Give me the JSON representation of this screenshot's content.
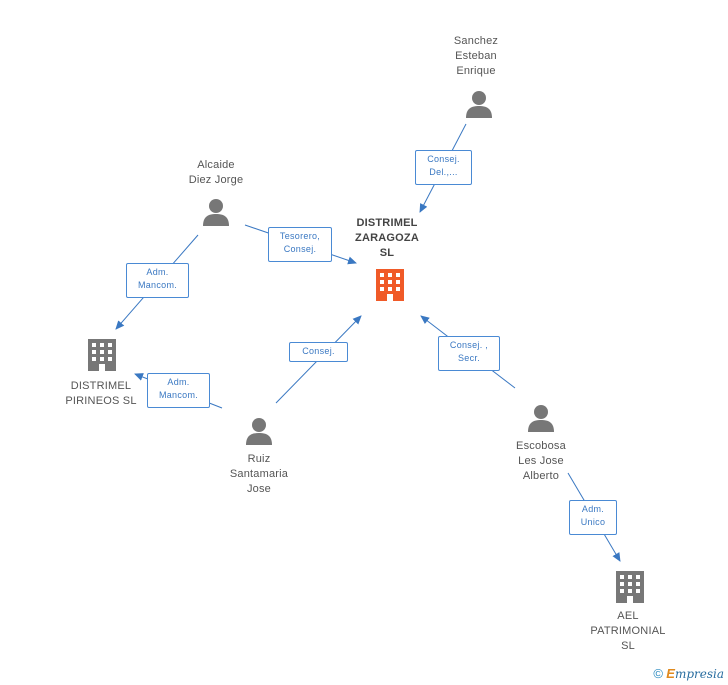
{
  "nodes": {
    "distrimel_zaragoza": {
      "label": "DISTRIMEL\nZARAGOZA\nSL",
      "type": "company-main"
    },
    "sanchez": {
      "label": "Sanchez\nEsteban\nEnrique",
      "type": "person"
    },
    "alcaide": {
      "label": "Alcaide\nDiez Jorge",
      "type": "person"
    },
    "distrimel_pirineos": {
      "label": "DISTRIMEL\nPIRINEOS SL",
      "type": "company"
    },
    "ruiz": {
      "label": "Ruiz\nSantamaria\nJose",
      "type": "person"
    },
    "escobosa": {
      "label": "Escobosa\nLes Jose\nAlberto",
      "type": "person"
    },
    "ael": {
      "label": "AEL\nPATRIMONIAL\nSL",
      "type": "company"
    }
  },
  "edges": [
    {
      "from": "sanchez",
      "to": "distrimel_zaragoza",
      "label": "Consej.\nDel.,..."
    },
    {
      "from": "alcaide",
      "to": "distrimel_zaragoza",
      "label": "Tesorero,\nConsej."
    },
    {
      "from": "alcaide",
      "to": "distrimel_pirineos",
      "label": "Adm.\nMancom."
    },
    {
      "from": "ruiz",
      "to": "distrimel_pirineos",
      "label": "Adm.\nMancom."
    },
    {
      "from": "ruiz",
      "to": "distrimel_zaragoza",
      "label": "Consej."
    },
    {
      "from": "escobosa",
      "to": "distrimel_zaragoza",
      "label": "Consej. ,\nSecr."
    },
    {
      "from": "escobosa",
      "to": "ael",
      "label": "Adm.\nUnico"
    }
  ],
  "colors": {
    "edge": "#3a78c2",
    "person": "#777777",
    "company": "#777777",
    "company_main": "#f05a28"
  },
  "footer": {
    "copyright": "©",
    "brand_first": "E",
    "brand_rest": "mpresia"
  }
}
